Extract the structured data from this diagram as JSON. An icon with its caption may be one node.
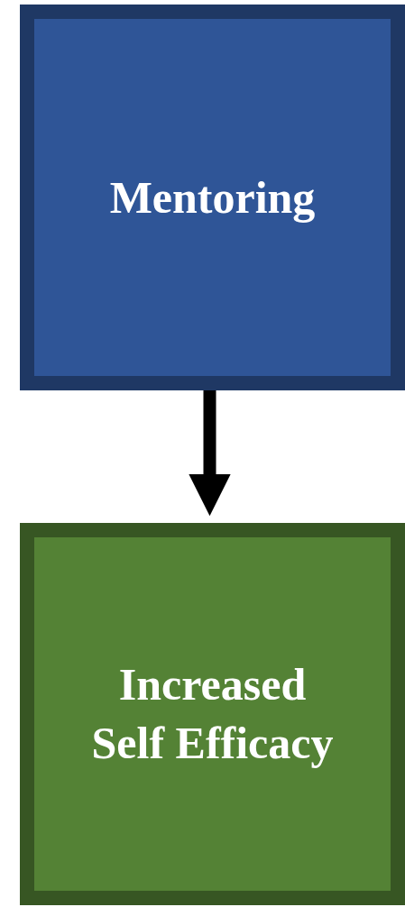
{
  "diagram": {
    "nodes": [
      {
        "text": [
          "Mentoring"
        ]
      },
      {
        "text": [
          "Increased Self Efficacy"
        ]
      }
    ],
    "edges": [
      {
        "from": 0,
        "to": 1,
        "arrow": "to"
      }
    ]
  }
}
